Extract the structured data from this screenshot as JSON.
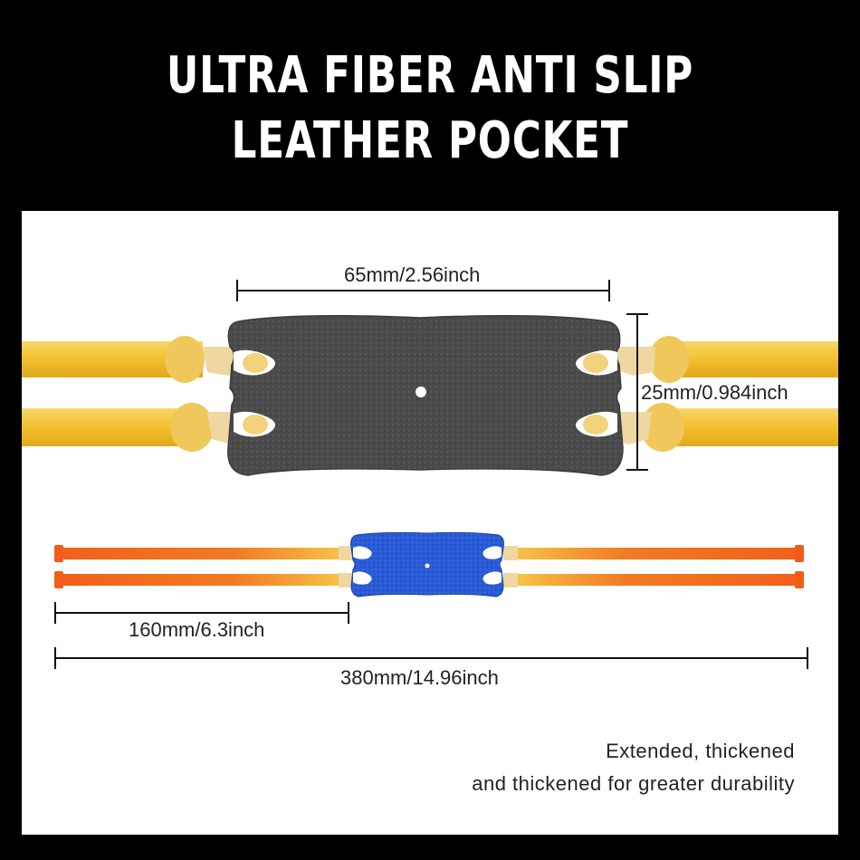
{
  "headline": {
    "line1": "ULTRA FIBER ANTI SLIP",
    "line2": "LEATHER POCKET"
  },
  "dimensions": {
    "pocket_length": "65mm/2.56inch",
    "pocket_width": "25mm/0.984inch",
    "band_length": "160mm/6.3inch",
    "total_length": "380mm/14.96inch"
  },
  "caption": {
    "line1": "Extended, thickened",
    "line2": "and thickened for greater durability"
  },
  "colors": {
    "background": "#000000",
    "panel": "#ffffff",
    "tube_yellow": "#f2c12e",
    "tube_orange": "#f26a1b",
    "pocket_black": "#4a4a4a",
    "pocket_blue": "#2a5bd7"
  }
}
